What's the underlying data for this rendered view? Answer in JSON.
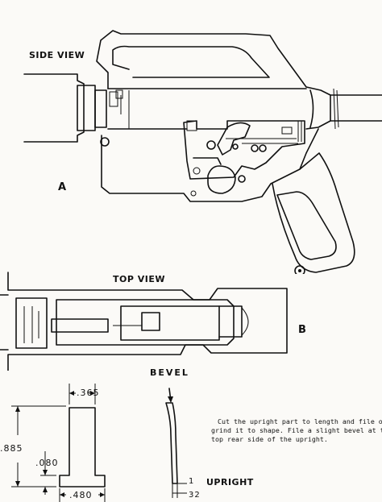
{
  "labels": {
    "side_view": "SIDE VIEW",
    "top_view": "TOP VIEW",
    "fig_a": "A",
    "fig_b": "B",
    "bevel": "BEVEL",
    "upright": "UPRIGHT"
  },
  "dimensions": {
    "width_top": ".365",
    "height": ".885",
    "base_height": ".080",
    "width_bottom": ".480",
    "bevel_num": "1",
    "bevel_den": "32"
  },
  "note": {
    "line1": "Cut the upright part to length and file o",
    "line2": "grind it to shape.  File a slight bevel at th",
    "line3": "top rear side of the upright."
  }
}
